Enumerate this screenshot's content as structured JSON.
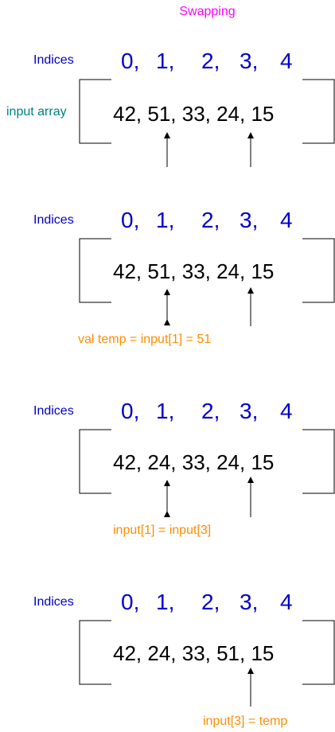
{
  "title": "Swapping",
  "indices_label": "Indices",
  "input_label": "input array",
  "steps": [
    {
      "indices": [
        "0,",
        "1,",
        "2,",
        "3,",
        "4"
      ],
      "values": "42, 51, 33, 24, 15",
      "caption": ""
    },
    {
      "indices": [
        "0,",
        "1,",
        "2,",
        "3,",
        "4"
      ],
      "values": "42, 51, 33, 24, 15",
      "caption": "val temp = input[1] = 51"
    },
    {
      "indices": [
        "0,",
        "1,",
        "2,",
        "3,",
        "4"
      ],
      "values": "42, 24, 33, 24, 15",
      "caption": "input[1] = input[3]"
    },
    {
      "indices": [
        "0,",
        "1,",
        "2,",
        "3,",
        "4"
      ],
      "values": "42, 24, 33, 51, 15",
      "caption": "input[3] = temp"
    }
  ]
}
